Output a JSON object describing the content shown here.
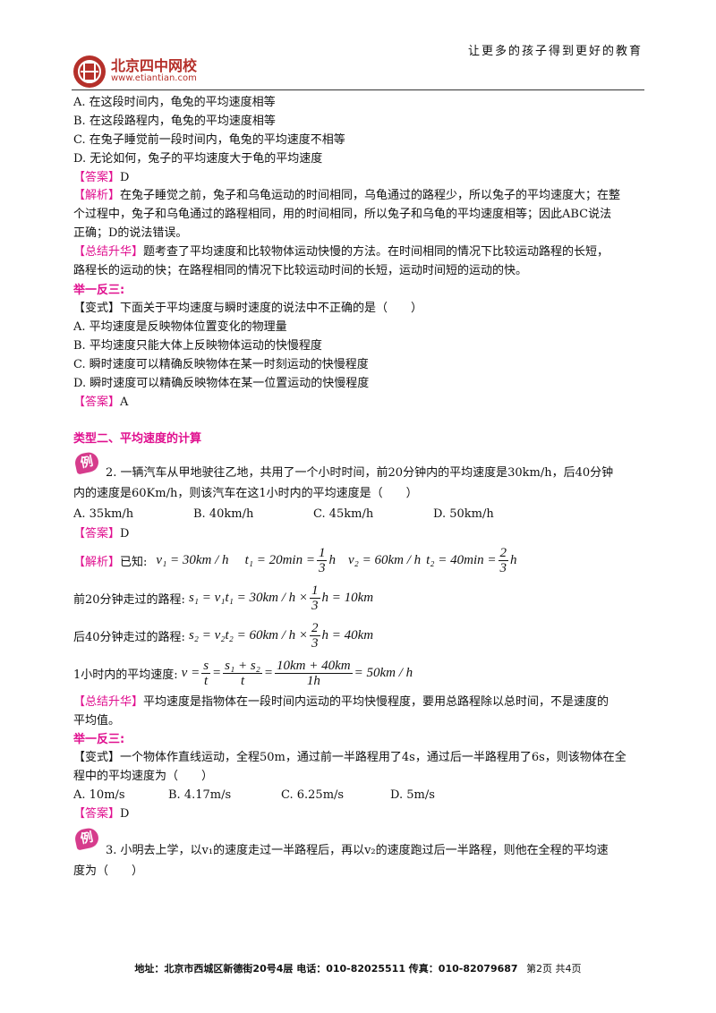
{
  "header": {
    "logo_text": "北京四中网校",
    "logo_url": "www.etiantian.com",
    "slogan": "让更多的孩子得到更好的教育"
  },
  "block1": {
    "options": [
      "A. 在这段时间内，龟兔的平均速度相等",
      "B. 在这段路程内，龟兔的平均速度相等",
      "C. 在兔子睡觉前一段时间内，龟兔的平均速度不相等",
      "D. 无论如何，兔子的平均速度大于龟的平均速度"
    ],
    "answer_tag": "【答案】",
    "answer": "D",
    "analysis_tag": "【解析】",
    "analysis_lines": [
      "在兔子睡觉之前，兔子和乌龟运动的时间相同，乌龟通过的路程少，所以兔子的平均速度大；在整",
      "个过程中，兔子和乌龟通过的路程相同，用的时间相同，所以兔子和乌龟的平均速度相等；因此ABC说法",
      "正确；D的说法错误。"
    ],
    "summary_tag": "【总结升华】",
    "summary_lines": [
      "题考查了平均速度和比较物体运动快慢的方法。在时间相同的情况下比较运动路程的长短，",
      "路程长的运动的快；在路程相同的情况下比较运动时间的长短，运动时间短的运动的快。"
    ]
  },
  "variant1": {
    "heading": "举一反三:",
    "tag": "【变式】",
    "question": "下面关于平均速度与瞬时速度的说法中不正确的是（　　）",
    "options": [
      "A. 平均速度是反映物体位置变化的物理量",
      "B. 平均速度只能大体上反映物体运动的快慢程度",
      "C. 瞬时速度可以精确反映物体在某一时刻运动的快慢程度",
      "D. 瞬时速度可以精确反映物体在某一位置运动的快慢程度"
    ],
    "answer_tag": "【答案】",
    "answer": "A"
  },
  "type2": {
    "title": "类型二、平均速度的计算",
    "badge": "例",
    "q_line1": "2. 一辆汽车从甲地驶往乙地，共用了一个小时时间，前20分钟内的平均速度是30km/h，后40分钟",
    "q_line2": "内的速度是60Km/h，则该汽车在这1小时内的平均速度是（　　）",
    "options": [
      "A. 35km/h",
      "B. 40km/h",
      "C. 45km/h",
      "D. 50km/h"
    ],
    "answer_tag": "【答案】",
    "answer": "D",
    "analysis_tag": "【解析】",
    "known": "已知:",
    "f1": "v₁ = 30km / h",
    "f2a": "t₁ = 20min =",
    "f2n": "1",
    "f2d": "3",
    "f2b": "h",
    "f3": "v₂ = 60km / h",
    "f4a": "t₂ = 40min =",
    "f4n": "2",
    "f4d": "3",
    "f4b": "h",
    "s1_label": "前20分钟走过的路程:",
    "s1a": "s₁ = v₁t₁ = 30km / h ×",
    "s1n": "1",
    "s1d": "3",
    "s1b": "h = 10km",
    "s2_label": "后40分钟走过的路程:",
    "s2a": "s₂ = v₂t₂ = 60km / h ×",
    "s2n": "2",
    "s2d": "3",
    "s2b": "h = 40km",
    "v_label": "1小时内的平均速度:",
    "va": "v =",
    "vn1": "s",
    "vd1": "t",
    "vn2": "s₁ + s₂",
    "vd2": "t",
    "vn3": "10km + 40km",
    "vd3": "1h",
    "vb": "= 50km / h",
    "eq": "=",
    "summary_tag": "【总结升华】",
    "summary_lines": [
      "平均速度是指物体在一段时间内运动的平均快慢程度，要用总路程除以总时间，不是速度的",
      "平均值。"
    ]
  },
  "variant2": {
    "heading": "举一反三:",
    "tag": "【变式】",
    "q_line1": "一个物体作直线运动，全程50m，通过前一半路程用了4s，通过后一半路程用了6s，则该物体在全",
    "q_line2": "程中的平均速度为（　　）",
    "options": [
      "A. 10m/s",
      "B. 4.17m/s",
      "C. 6.25m/s",
      "D. 5m/s"
    ],
    "answer_tag": "【答案】",
    "answer": "D"
  },
  "example3": {
    "badge": "例",
    "q_line1": "3. 小明去上学，以v₁的速度走过一半路程后，再以v₂的速度跑过后一半路程，则他在全程的平均速",
    "q_line2": "度为（　　）"
  },
  "footer": {
    "address": "地址：北京市西城区新德街20号4层 电话：010-82025511 传真：010-82079687",
    "page": "第2页 共4页"
  },
  "colors": {
    "accent": "#e0108f",
    "logo": "#b5302a"
  }
}
